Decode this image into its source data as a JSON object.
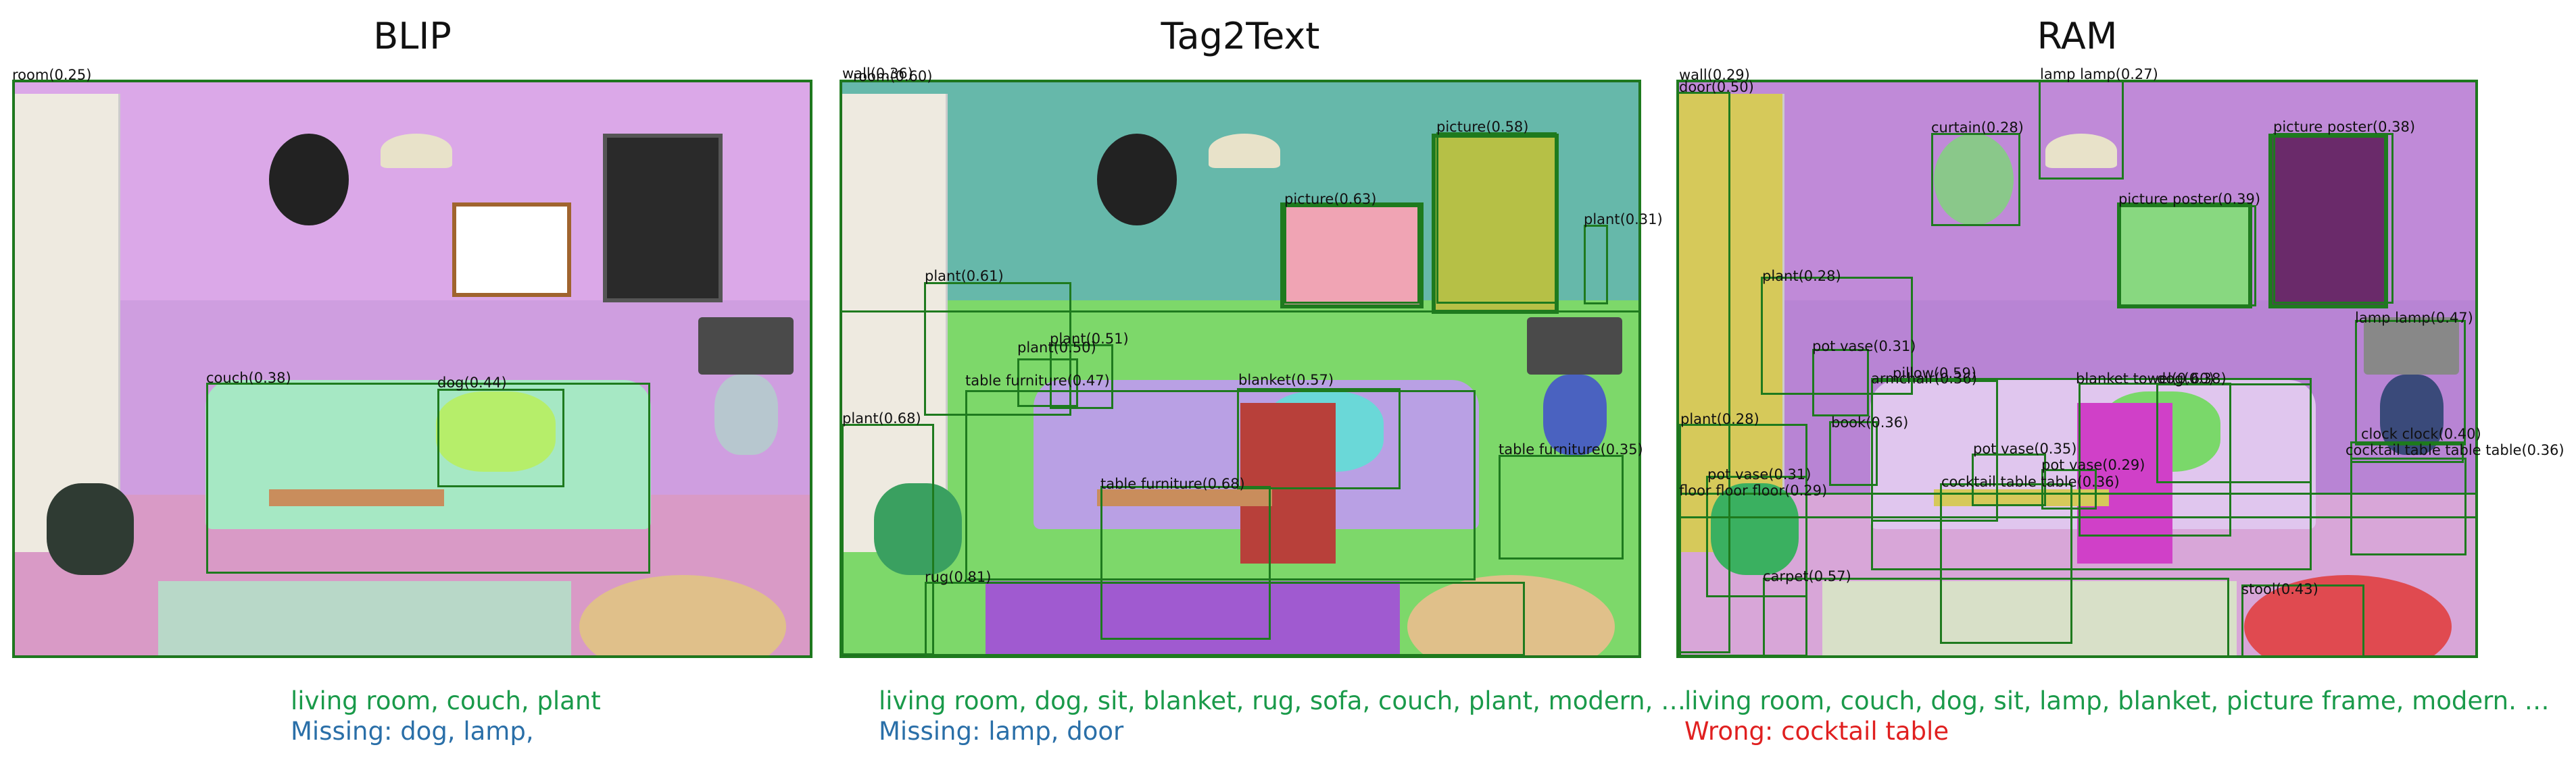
{
  "colors": {
    "frame_green": "#1e7a1e",
    "caption_green": "#1a9a4a",
    "caption_blue": "#2a6fa8",
    "caption_red": "#e02020",
    "blip_wall": "#dba8e8",
    "tag_wall": "#66b8aa",
    "tag_wainscot": "#7dd86a",
    "ram_wall": "#c08ad8"
  },
  "panels": [
    {
      "title": "BLIP",
      "labels": [
        "room(0.25)",
        "couch(0.38)",
        "dog(0.44)"
      ],
      "caption_line1": "living room, couch, plant",
      "caption_line2": "Missing: dog, lamp,"
    },
    {
      "title": "Tag2Text",
      "labels": [
        "wall(0.36)",
        "room(0.60)",
        "picture(0.58)",
        "picture(0.63)",
        "plant(0.31)",
        "plant(0.61)",
        "plant(0.51)",
        "plant(0.50)",
        "table furniture(0.47)",
        "blanket(0.57)",
        "plant(0.68)",
        "table furniture(0.35)",
        "table furniture(0.68)",
        "rug(0.81)"
      ],
      "caption_line1": "living room, dog, sit, blanket, rug, sofa, couch, plant, modern, …",
      "caption_line2": "Missing: lamp, door"
    },
    {
      "title": "RAM",
      "labels": [
        "wall(0.29)",
        "door(0.50)",
        "lamp lamp(0.27)",
        "curtain(0.28)",
        "picture poster(0.38)",
        "picture poster(0.39)",
        "plant(0.28)",
        "lamp lamp(0.47)",
        "pot vase(0.31)",
        "armchair(0.36)",
        "blanket towel(0.60)",
        "dog(0.38)",
        "pillow(0.59)",
        "book(0.36)",
        "plant(0.28)",
        "pot vase(0.35)",
        "clock clock(0.40)",
        "cocktail table table table(0.36)",
        "pot vase(0.29)",
        "pot vase(0.31)",
        "floor floor floor(0.29)",
        "cocktail table table(0.36)",
        "carpet(0.57)",
        "stool(0.43)"
      ],
      "caption_line1": "living room, couch, dog, sit, lamp, blanket, picture frame, modern. …",
      "caption_line2": "Wrong: cocktail table"
    }
  ]
}
